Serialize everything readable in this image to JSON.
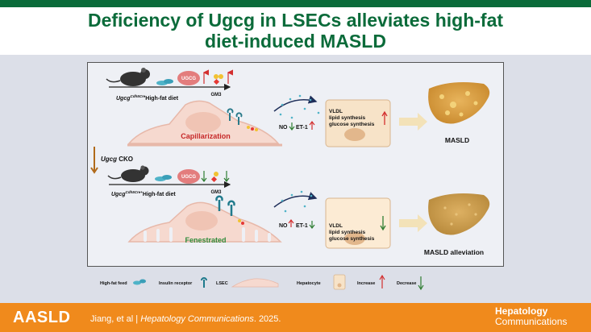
{
  "title": {
    "line1": "Deficiency of Ugcg in LSECs alleviates high-fat",
    "line2": "diet-induced MASLD"
  },
  "top_row": {
    "mouse_label_main": "Ugcg",
    "mouse_label_sup": "Cdh5Cre",
    "mouse_label_rest": "High-fat diet",
    "enzyme": "UGCG",
    "product": "GM3",
    "cell_label": "Capillarization",
    "mediators": "NO",
    "mediator2": "ET-1",
    "hepatocyte_lines": [
      "VLDL",
      "lipid synthesis",
      "glucose synthesis"
    ],
    "outcome": "MASLD"
  },
  "side_label": {
    "gene": "Ugcg",
    "rest": " CKO"
  },
  "bottom_row": {
    "mouse_label_main": "Ugcg",
    "mouse_label_sup": "Cdh5Cre+",
    "mouse_label_rest": "High-fat diet",
    "enzyme": "UGCG",
    "product": "GM3",
    "cell_label": "Fenestrated",
    "mediators": "NO",
    "mediator2": "ET-1",
    "hepatocyte_lines": [
      "VLDL",
      "lipid synthesis",
      "glucose synthesis"
    ],
    "outcome": "MASLD alleviation"
  },
  "legend": {
    "high_fat_feed": "High-fat feed",
    "insulin_receptor": "Insulin receptor",
    "lsec": "LSEC",
    "hepatocyte": "Hepatocyte",
    "increase": "Increase",
    "decrease": "Decrease"
  },
  "colors": {
    "brand_green": "#0b6b3a",
    "footer_orange": "#f08a1c",
    "increase_red": "#d32f2f",
    "decrease_green": "#2e7d32",
    "capillarization_red": "#c62828",
    "fenestrated_green": "#2e8b3a"
  },
  "footer": {
    "logo": "AASLD",
    "citation_authors": "Jiang, et al",
    "separator": "|",
    "journal_italic": "Hepatology Communications",
    "year": ". 2025.",
    "journal_line1": "Hepatology",
    "journal_line2": "Communications"
  }
}
